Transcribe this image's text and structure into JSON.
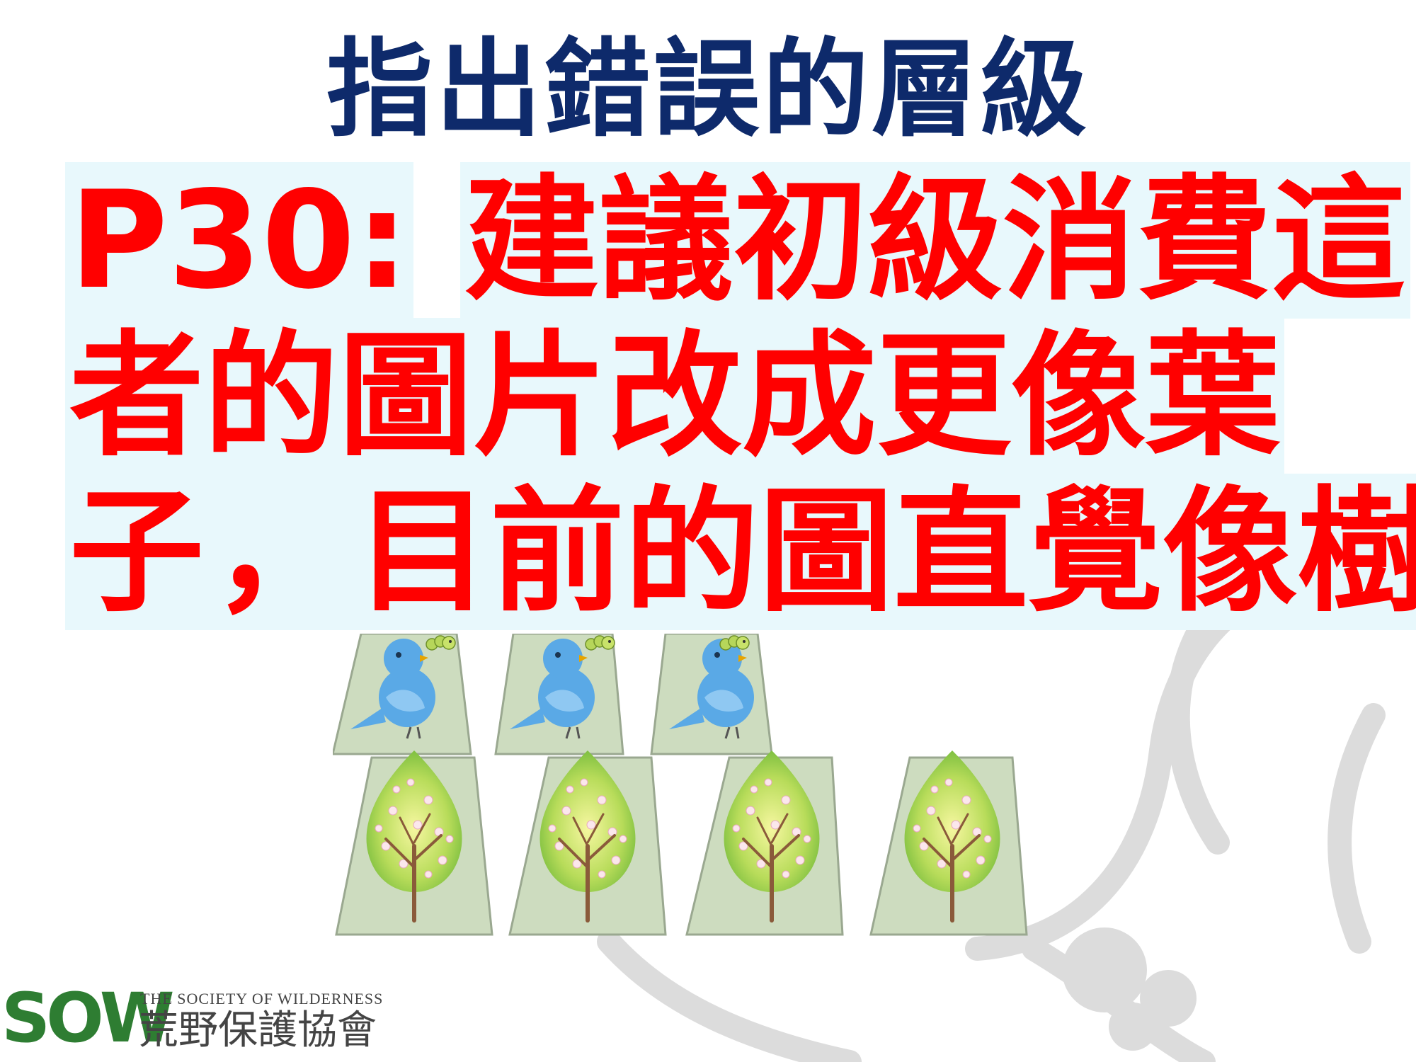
{
  "slide": {
    "title": "指出錯誤的層級",
    "note": {
      "line1_prefix": "P30:",
      "line1_rest": "建議初級消費這",
      "line2": "者的圖片改成更像葉",
      "line3_a": "子",
      "line3_comma": "，",
      "line3_b": "目前的圖直覺像樹"
    }
  },
  "logo": {
    "sow": "SOW",
    "english": "THE SOCIETY OF WILDERNESS",
    "chinese": "荒野保護協會"
  },
  "colors": {
    "title": "#0e2a6b",
    "note_text": "#ff0000",
    "note_highlight": "#e8f8fc",
    "card_fill": "#cddcbf",
    "logo_green": "#2e7d32",
    "watermark": "#d9d9d9"
  },
  "icons": {
    "bird": "blue-bird-icon",
    "caterpillar": "caterpillar-icon",
    "tree": "blossom-tree-icon"
  }
}
